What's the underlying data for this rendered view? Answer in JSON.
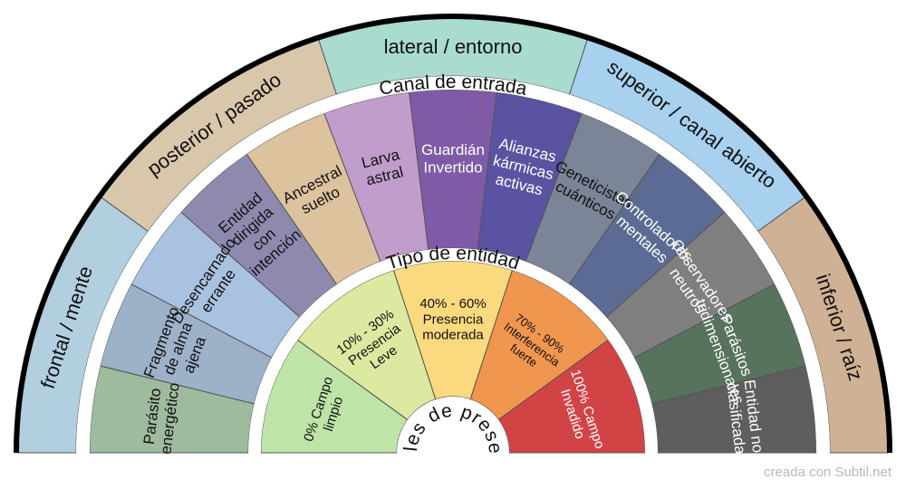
{
  "credit": "creada con Subtil.net",
  "rings": {
    "outer": {
      "segments": [
        {
          "label": "frontal / mente",
          "color": "#b2cfe0"
        },
        {
          "label": "posterior / pasado",
          "color": "#d9c7ab"
        },
        {
          "label": "lateral / entorno",
          "color": "#a9dbcf"
        },
        {
          "label": "superior / canal abierto",
          "color": "#a7d1ee"
        },
        {
          "label": "inferior / raíz",
          "color": "#cfb195"
        }
      ]
    },
    "middle": {
      "title": "Canal de entrada",
      "segments": [
        {
          "label": "Parásito energético",
          "color": "#9fbb9e"
        },
        {
          "label": "Fragmento de alma ajena",
          "color": "#9db1c9"
        },
        {
          "label": "Desencarnado errante",
          "color": "#a9c2e0"
        },
        {
          "label": "Entidad dirigida con intención",
          "color": "#8e8aae"
        },
        {
          "label": "Ancestral suelto",
          "color": "#ddc29e"
        },
        {
          "label": "Larva astral",
          "color": "#c09dcb"
        },
        {
          "label": "Guardián Invertido",
          "color": "#7f5ba7"
        },
        {
          "label": "Alianzas kármicas activas",
          "color": "#5a53a2"
        },
        {
          "label": "Geneticistas cuánticos",
          "color": "#7c8597"
        },
        {
          "label": "Controladores mentales",
          "color": "#5b6b93"
        },
        {
          "label": "Observadores neutros",
          "color": "#7f7f7f"
        },
        {
          "label": "Parásitos tridimensionales",
          "color": "#58735d"
        },
        {
          "label": "Entidad no clasificada",
          "color": "#5e5e5e"
        }
      ]
    },
    "inner": {
      "title": "Tipo de entidad",
      "segments": [
        {
          "label": "0% Campo limpio",
          "color": "#bee4a8"
        },
        {
          "label": "10% - 30% Presencia Leve",
          "color": "#dbeaa0"
        },
        {
          "label": "40% - 60% Presencia moderada",
          "color": "#fbd97f"
        },
        {
          "label": "70% - 90% Interferencia fuerte",
          "color": "#f0964e"
        },
        {
          "label": "100% Campo Invadido",
          "color": "#d24346"
        }
      ]
    },
    "center": {
      "title": "Niveles de presencia"
    }
  },
  "colors": {
    "rim": "#000000",
    "separator": "#555555",
    "band": "#ffffff"
  }
}
